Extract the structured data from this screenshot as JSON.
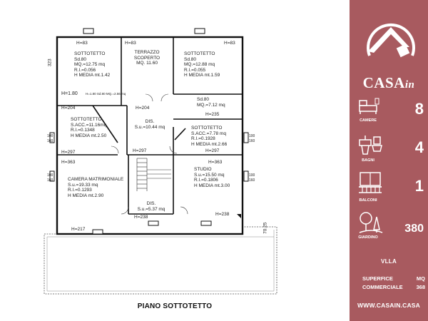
{
  "plan": {
    "title": "PIANO SOTTOTETTO",
    "dims": {
      "top_left": "H=83",
      "top_mid": "H=83",
      "top_right": "H=83",
      "h180": "H=1.80",
      "h204a": "H=204",
      "h204b": "H=204",
      "h235": "H=235",
      "h297a": "H=297",
      "h297b": "H=297",
      "h297c": "H=297",
      "h363a": "H=363",
      "h363b": "H=363",
      "h238a": "H=238",
      "h238b": "H=238",
      "h217": "H=217",
      "side_323": "323",
      "side_7025": "70.25",
      "small_100a": "100",
      "small_160a": "160",
      "small_100b": "100",
      "small_160b": "160",
      "small_100c": "100",
      "small_160c": "160",
      "small_100d": "100",
      "small_160d": "160"
    },
    "rooms": [
      {
        "name": "SOTTOTETTO",
        "lines": [
          "Sd.80",
          "MQ.=12.75 mq",
          "R.I.=0.056",
          "H MEDIA mt.1.42"
        ]
      },
      {
        "name": "TERRAZZO",
        "lines": [
          "SCOPERTO",
          "MQ. 11.60"
        ]
      },
      {
        "name": "SOTTOTETTO",
        "lines": [
          "Sd.80",
          "MQ.=12.88 mq",
          "R.I.=0.055",
          "H MEDIA mt.1.59"
        ]
      },
      {
        "name": "SOTTOTETTO",
        "lines": [
          "S.ACC.=11.16mq",
          "R.I.=0.1348",
          "H MEDIA mt.2.50"
        ]
      },
      {
        "name": "DIS.",
        "lines": [
          "S.u.=10.44 mq"
        ]
      },
      {
        "name": "",
        "lines": [
          "Sd.80",
          "MQ.=7.12 mq"
        ]
      },
      {
        "name": "SOTTOTETTO",
        "lines": [
          "S.ACC.=7.78 mq",
          "R.I.=0.1928",
          "H MEDIA mt.2.66"
        ]
      },
      {
        "name": "CAMERA MATRIMONIALE",
        "lines": [
          "S.u.=19.33 mq",
          "R.I.=0.1293",
          "H MEDIA mt.2.90"
        ]
      },
      {
        "name": "DIS.",
        "lines": [
          "S.u.=5.37 mq"
        ]
      },
      {
        "name": "STUDIO",
        "lines": [
          "S.u.=15.50 mq",
          "R.I.=0.1806",
          "H MEDIA mt.3.00"
        ]
      }
    ],
    "small_note": "H=1.80 Sd.80 MQ.=2.56 mq"
  },
  "sidebar": {
    "brand_main": "CASA",
    "brand_suffix": "in",
    "features": [
      {
        "icon": "bed-icon",
        "caption": "CAMERE",
        "value": "8"
      },
      {
        "icon": "bathroom-icon",
        "caption": "BAGNI",
        "value": "4"
      },
      {
        "icon": "balcony-icon",
        "caption": "BALCONI",
        "value": "1"
      },
      {
        "icon": "garden-icon",
        "caption": "GIARDINO",
        "value": "380"
      }
    ],
    "property_type": "VLLA",
    "surface_label_1": "SUPERFICE",
    "surface_unit": "MQ",
    "surface_label_2": "COMMERCIALE",
    "surface_value": "368",
    "website": "WWW.CASAIN.CASA"
  },
  "colors": {
    "panel": "#a85a5f",
    "text_light": "#ffffff"
  }
}
